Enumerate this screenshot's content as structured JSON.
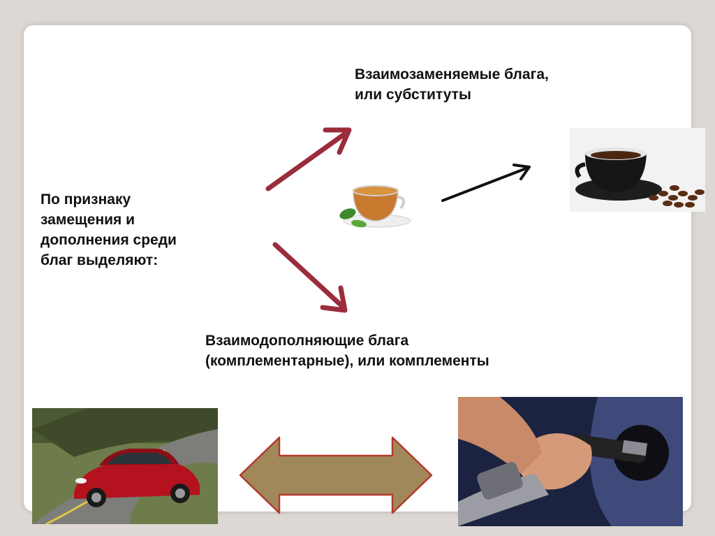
{
  "slide": {
    "left_text": [
      "По признаку",
      "замещения и",
      "дополнения среди",
      "благ выделяют:"
    ],
    "substitutes_text": [
      "Взаимозаменяемые блага,",
      "или субституты"
    ],
    "complements_text": [
      "Взаимодополняющие блага",
      "(комплементарные), или комплементы"
    ]
  },
  "images": {
    "tea": "tea-cup-with-mint",
    "coffee": "coffee-cup-with-beans",
    "car": "red-sedan-on-road",
    "fuel": "hand-with-fuel-nozzle"
  },
  "colors": {
    "arrow_red": "#9b2c3b",
    "arrow_black": "#111111",
    "double_arrow_fill": "#a0885a",
    "double_arrow_stroke": "#b23a2e",
    "slide_bg": "#ffffff",
    "page_bg": "#ddd8d3"
  }
}
